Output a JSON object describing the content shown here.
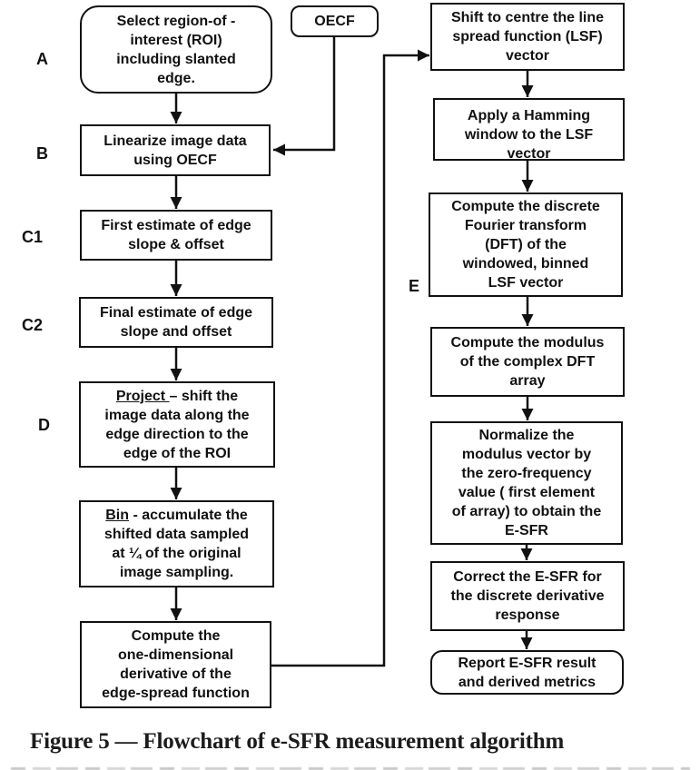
{
  "figure": {
    "caption": "Figure 5 — Flowchart of e-SFR measurement algorithm"
  },
  "labels": {
    "a": "A",
    "b": "B",
    "c1": "C1",
    "c2": "C2",
    "d": "D",
    "e": "E"
  },
  "boxes": {
    "roi": {
      "text": "Select region-of -\ninterest (ROI)\nincluding slanted\nedge."
    },
    "oecf": {
      "text": "OECF"
    },
    "linearize": {
      "text": "Linearize image data\nusing OECF"
    },
    "first_estimate": {
      "text": "First estimate of edge\nslope & offset"
    },
    "final_estimate": {
      "text": "Final estimate of edge\nslope and offset"
    },
    "project": {
      "lead": "Project ",
      "rest": "– shift the\nimage data along the\nedge direction to the\nedge of the ROI"
    },
    "bin": {
      "lead": "Bin",
      "rest": " - accumulate the\nshifted data sampled\nat ¼ of the original\nimage sampling."
    },
    "derivative": {
      "text": "Compute the\none-dimensional\nderivative of the\nedge-spread function"
    },
    "shift_centre": {
      "text": "Shift to centre the line\nspread function (LSF)\nvector"
    },
    "hamming": {
      "text": "Apply a Hamming\nwindow to the LSF\nvector"
    },
    "dft": {
      "text": "Compute the discrete\nFourier transform\n(DFT) of the\nwindowed, binned\nLSF vector"
    },
    "modulus": {
      "text": "Compute the modulus\nof the complex DFT\narray"
    },
    "normalize": {
      "text": "Normalize the\nmodulus vector by\nthe zero-frequency\nvalue ( first element\nof array) to obtain the\nE-SFR"
    },
    "correct": {
      "text": "Correct the E-SFR for\nthe discrete derivative\nresponse"
    },
    "report": {
      "text": "Report E-SFR result\nand derived metrics"
    }
  },
  "colors": {
    "ink": "#111111",
    "background": "#ffffff"
  }
}
